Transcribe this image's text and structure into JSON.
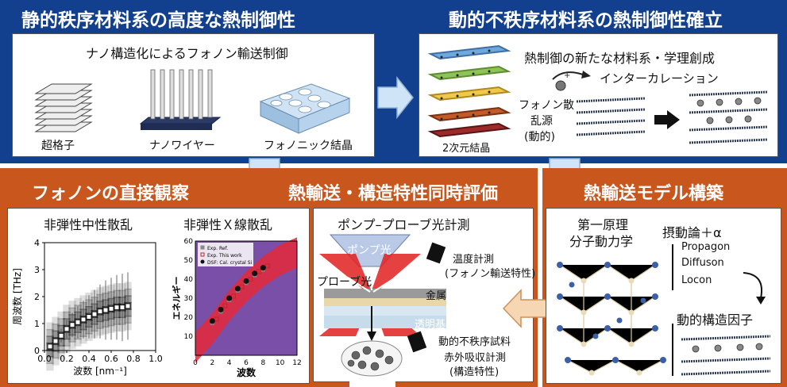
{
  "top_left": {
    "title": "静的秩序材料系の高度な熱制御性",
    "subtitle": "ナノ構造化によるフォノン輸送制御",
    "items": [
      "超格子",
      "ナノワイヤー",
      "フォノニック結晶"
    ]
  },
  "top_right": {
    "title": "動的不秩序材料系の熱制御性確立",
    "subtitle": "熱制御の新たな材料系・学理創成",
    "intercalation": "インターカレーション",
    "scatter_source": [
      "フォノン散",
      "乱源",
      "(動的)"
    ],
    "crystal": "2次元結晶"
  },
  "bot_left": {
    "title": "フォノンの直接観察",
    "neutron_title": "非弾性中性散乱",
    "xray_title": "非弾性Ｘ線散乱"
  },
  "bot_mid": {
    "title": "熱輸送・構造特性同時評価",
    "subtitle": "ポンプ–プローブ光計測",
    "pump": "ポンプ光",
    "probe": "プローブ光",
    "temp": [
      "温度計測",
      "(フォノン輸送特性)"
    ],
    "metal": "金属",
    "substrate": "透明基板",
    "sample": "動的不秩序試料",
    "ir": [
      "赤外吸収計測",
      "(構造特性)"
    ]
  },
  "bot_right": {
    "title": "熱輸送モデル構築",
    "first_principle": [
      "第一原理",
      "分子動力学"
    ],
    "perturbation": "摂動論＋α",
    "modes": [
      "Propagon",
      "Diffuson",
      "Locon"
    ],
    "dsf": "動的構造因子"
  },
  "chart_data": [
    {
      "type": "heatmap",
      "title": "非弾性中性散乱",
      "xlabel": "波数 [nm⁻¹]",
      "ylabel": "周波数 [THz]",
      "xlim": [
        0,
        1.0
      ],
      "ylim": [
        0,
        4
      ],
      "xticks": [
        "0.0",
        "0.2",
        "0.4",
        "0.6",
        "0.8",
        "1.0"
      ],
      "yticks": [
        "0",
        "1",
        "2",
        "3",
        "4"
      ],
      "points": [
        {
          "x": 0.05,
          "y": 0.15,
          "err": 0.1
        },
        {
          "x": 0.1,
          "y": 0.35,
          "err": 0.15
        },
        {
          "x": 0.15,
          "y": 0.55,
          "err": 0.25
        },
        {
          "x": 0.2,
          "y": 0.8,
          "err": 0.35
        },
        {
          "x": 0.25,
          "y": 0.95,
          "err": 0.45
        },
        {
          "x": 0.3,
          "y": 1.05,
          "err": 0.6
        },
        {
          "x": 0.35,
          "y": 1.15,
          "err": 0.7
        },
        {
          "x": 0.4,
          "y": 1.25,
          "err": 0.8
        },
        {
          "x": 0.45,
          "y": 1.35,
          "err": 0.9
        },
        {
          "x": 0.5,
          "y": 1.45,
          "err": 1.0
        },
        {
          "x": 0.55,
          "y": 1.5,
          "err": 1.1
        },
        {
          "x": 0.6,
          "y": 1.55,
          "err": 1.15
        },
        {
          "x": 0.65,
          "y": 1.6,
          "err": 1.2
        },
        {
          "x": 0.7,
          "y": 1.6,
          "err": 1.25
        },
        {
          "x": 0.75,
          "y": 1.65,
          "err": 1.25
        }
      ]
    },
    {
      "type": "scatter",
      "title": "非弾性Ｘ線散乱",
      "xlabel": "波数",
      "ylabel": "エネルギー",
      "xlim": [
        0,
        12
      ],
      "ylim": [
        0,
        60
      ],
      "xticks": [
        "0",
        "2",
        "4",
        "6",
        "8",
        "10",
        "12"
      ],
      "yticks": [
        "10",
        "20",
        "30",
        "40",
        "50",
        "60"
      ],
      "legend_position": "top-left",
      "series": [
        {
          "name": "Exp. Ref.",
          "color": "#888888",
          "x": [
            2,
            3,
            4,
            5,
            6,
            7,
            8
          ],
          "y": [
            17,
            23,
            29,
            34,
            38,
            42,
            45
          ]
        },
        {
          "name": "Exp. This work",
          "color": "#cc2222",
          "x": [
            2.5,
            3.5,
            4.5,
            5.5,
            6.5,
            7.5,
            8.5
          ],
          "y": [
            19,
            26,
            31,
            36,
            40,
            44,
            47
          ]
        },
        {
          "name": "DSF: Cal. crystal Si",
          "color": "#111111",
          "x": [
            2,
            3,
            4,
            5,
            6,
            7,
            8
          ],
          "y": [
            18,
            24,
            30,
            35,
            39,
            43,
            46
          ]
        }
      ]
    }
  ]
}
